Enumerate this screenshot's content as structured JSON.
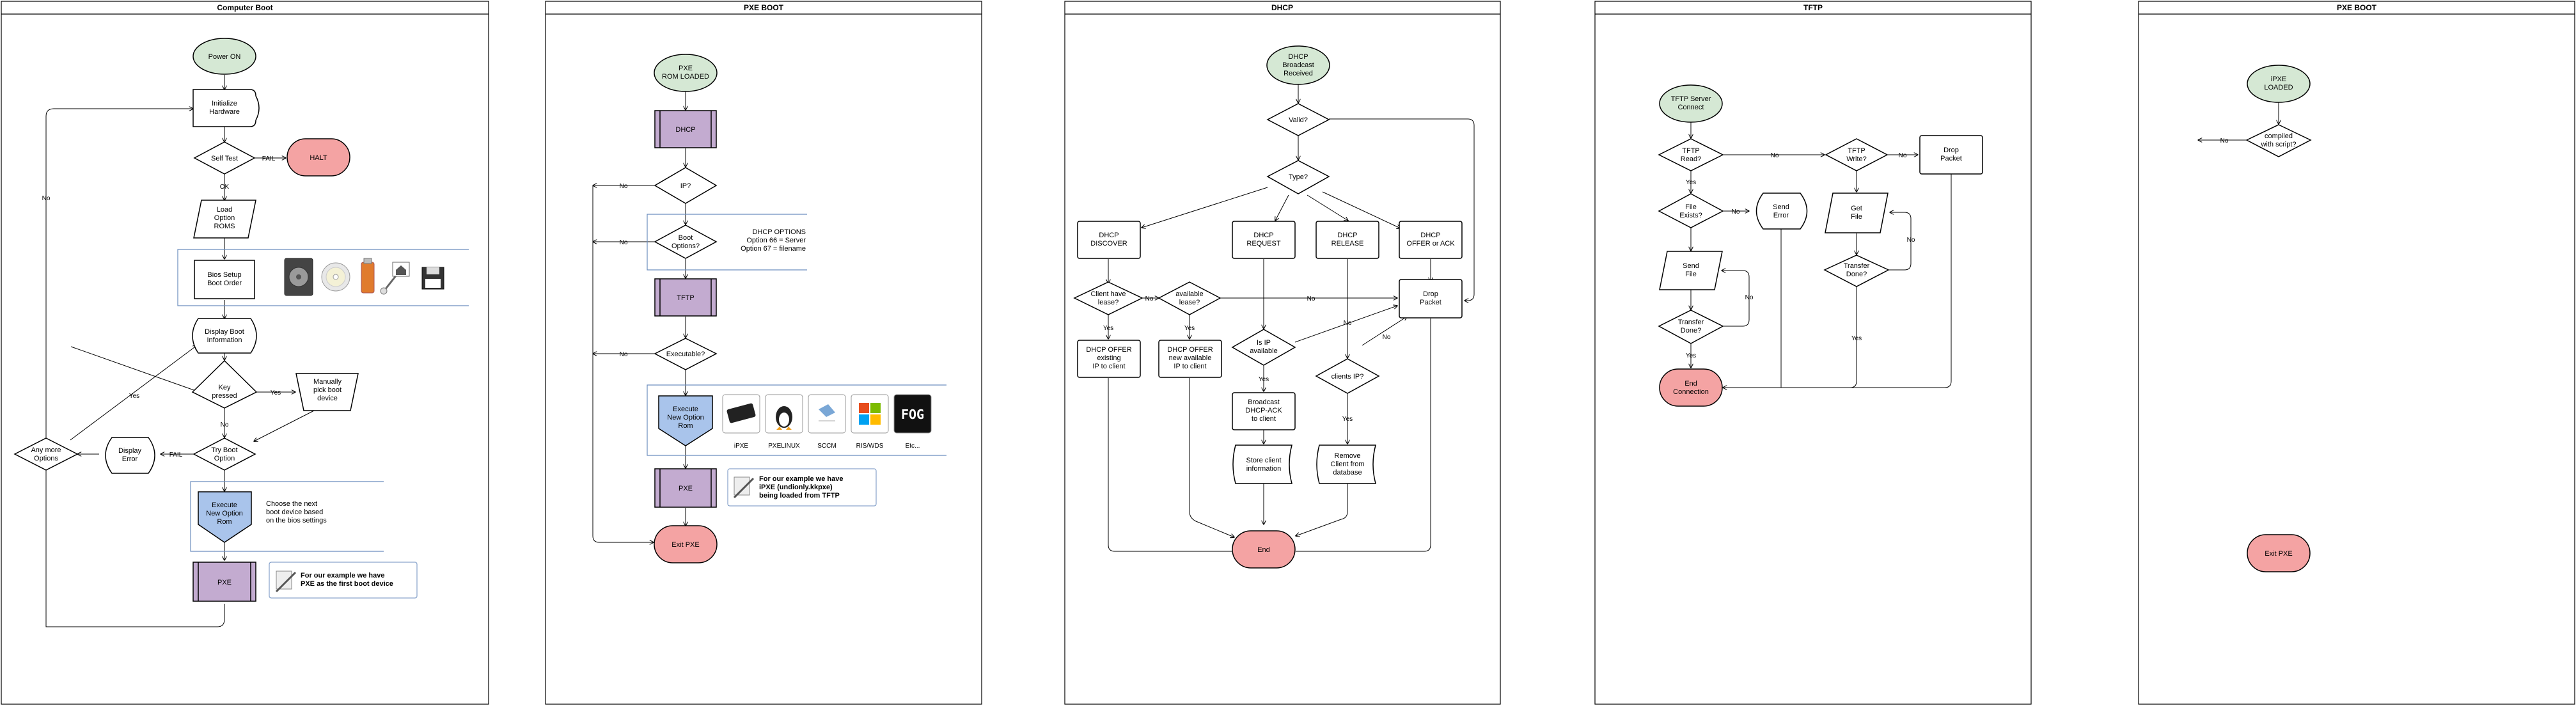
{
  "lanes": [
    "Computer Boot",
    "PXE BOOT",
    "DHCP",
    "TFTP",
    "PXE BOOT"
  ],
  "colors": {
    "terminal_fill": "#d5e8d4",
    "halt_fill": "#f4a3a3",
    "process_purple": "#c3abd0",
    "execute_blue": "#a9c4eb",
    "group_border": "#6c8ebf",
    "line": "#000000"
  },
  "boot": {
    "power_on": "Power ON",
    "init_hw": [
      "Initialize",
      "Hardware"
    ],
    "self_test": "Self Test",
    "fail": "FAIL",
    "halt": "HALT",
    "ok": "OK",
    "load_roms": [
      "Load",
      "Option",
      "ROMS"
    ],
    "bios_setup": [
      "Bios Setup",
      "Boot Order"
    ],
    "display_boot": [
      "Display Boot",
      "Information"
    ],
    "key_pressed": [
      "Key",
      "pressed"
    ],
    "yes": "Yes",
    "no": "No",
    "manual_pick": [
      "Manually",
      "pick boot",
      "device"
    ],
    "try_boot": [
      "Try Boot",
      "Option"
    ],
    "display_error": [
      "Display",
      "Error"
    ],
    "any_more": [
      "Any more",
      "Options"
    ],
    "execute_rom": [
      "Execute",
      "New Option",
      "Rom"
    ],
    "next_device_note": [
      "Choose the next",
      "boot device based",
      "on the bios settings"
    ],
    "pxe": "PXE",
    "note": [
      "For our example we have",
      "PXE as the first boot device"
    ]
  },
  "pxe": {
    "rom_loaded": [
      "PXE",
      "ROM LOADED"
    ],
    "dhcp": "DHCP",
    "ip": "IP?",
    "no": "No",
    "boot_options": [
      "Boot",
      "Options?"
    ],
    "dhcp_options": [
      "DHCP OPTIONS",
      "Option 66 = Server",
      "Option 67 = filename"
    ],
    "tftp": "TFTP",
    "executable": "Executable?",
    "execute_rom": [
      "Execute",
      "New Option",
      "Rom"
    ],
    "boot_labels": [
      "iPXE",
      "PXELINUX",
      "SCCM",
      "RIS/WDS",
      "Etc..."
    ],
    "pxe": "PXE",
    "note": [
      "For our example we have",
      "iPXE (undionly.kkpxe)",
      "being loaded from TFTP"
    ],
    "exit": "Exit PXE"
  },
  "dhcp": {
    "broadcast": [
      "DHCP",
      "Broadcast",
      "Received"
    ],
    "valid": "Valid?",
    "type": "Type?",
    "discover": [
      "DHCP",
      "DISCOVER"
    ],
    "request": [
      "DHCP",
      "REQUEST"
    ],
    "release": [
      "DHCP",
      "RELEASE"
    ],
    "offer_ack": [
      "DHCP",
      "OFFER or ACK"
    ],
    "client_lease": [
      "Client have",
      "lease?"
    ],
    "available_lease": [
      "available",
      "lease?"
    ],
    "drop": [
      "Drop",
      "Packet"
    ],
    "offer_existing": [
      "DHCP OFFER",
      "existing",
      "IP to client"
    ],
    "offer_new": [
      "DHCP OFFER",
      "new available",
      "IP to client"
    ],
    "ip_available": [
      "Is IP",
      "available"
    ],
    "clients_ip": "clients IP?",
    "broadcast_ack": [
      "Broadcast",
      "DHCP-ACK",
      "to client"
    ],
    "store_info": [
      "Store client",
      "information"
    ],
    "remove_client": [
      "Remove",
      "Client from",
      "database"
    ],
    "end": "End",
    "yes": "Yes",
    "no": "No"
  },
  "tftp": {
    "connect": [
      "TFTP Server",
      "Connect"
    ],
    "read": [
      "TFTP",
      "Read?"
    ],
    "write": [
      "TFTP",
      "Write?"
    ],
    "drop": [
      "Drop",
      "Packet"
    ],
    "file_exists": [
      "File",
      "Exists?"
    ],
    "send_error": [
      "Send",
      "Error"
    ],
    "get_file": [
      "Get",
      "File"
    ],
    "send_file": [
      "Send",
      "File"
    ],
    "transfer_done": [
      "Transfer",
      "Done?"
    ],
    "end_conn": [
      "End",
      "Connection"
    ],
    "yes": "Yes",
    "no": "No"
  },
  "ipxe": {
    "loaded": [
      "iPXE",
      "LOADED"
    ],
    "script": [
      "compiled",
      "with script?"
    ],
    "no": "No",
    "exit": "Exit PXE"
  }
}
